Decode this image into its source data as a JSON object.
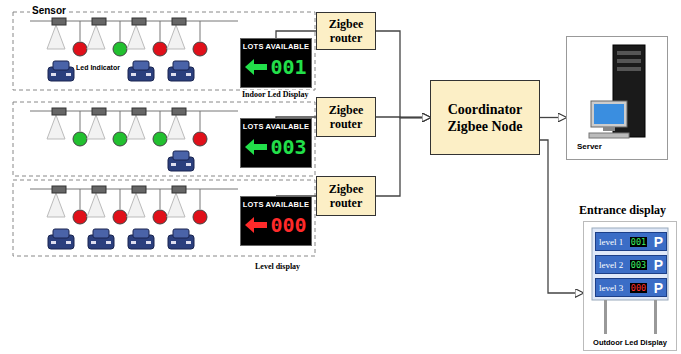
{
  "diagram": {
    "nodes": [
      {
        "text": [
          "LOTS AVAILABLE",
          "001"
        ]
      },
      {
        "text": [
          "Zigbee router"
        ]
      },
      {
        "text": [
          "LOTS AVAILABLE",
          "003"
        ]
      },
      {
        "text": [
          "Zigbee router"
        ]
      },
      {
        "text": [
          "LOTS AVAILABLE",
          "000"
        ]
      },
      {
        "text": [
          "Zigbee router"
        ]
      },
      {
        "text": [
          "Coordinator Zigbee Node"
        ]
      },
      {
        "text": [
          "Server"
        ]
      },
      {
        "text": [
          "Entrance display",
          "Outdoor Led Display"
        ]
      },
      {
        "text": [
          "level 1",
          "001",
          "P"
        ],
        "in": 8
      },
      {
        "text": [
          "level 2",
          "003",
          "P"
        ],
        "in": 8
      },
      {
        "text": [
          "level 3",
          "000",
          "P"
        ],
        "in": 8
      }
    ],
    "edges": [
      {
        "from": 0,
        "to": 1,
        "arrow": "none"
      },
      {
        "from": 2,
        "to": 3,
        "arrow": "none"
      },
      {
        "from": 4,
        "to": 5,
        "arrow": "none"
      },
      {
        "from": 1,
        "to": 6,
        "arrow": "to"
      },
      {
        "from": 3,
        "to": 6,
        "arrow": "to"
      },
      {
        "from": 5,
        "to": 6,
        "arrow": "to"
      },
      {
        "from": 6,
        "to": 7,
        "arrow": "to"
      },
      {
        "from": 6,
        "to": 8,
        "arrow": "to"
      }
    ],
    "labels": [
      "Sensor",
      "Led Indicator",
      "Indoor Led Display",
      "Level display"
    ]
  }
}
